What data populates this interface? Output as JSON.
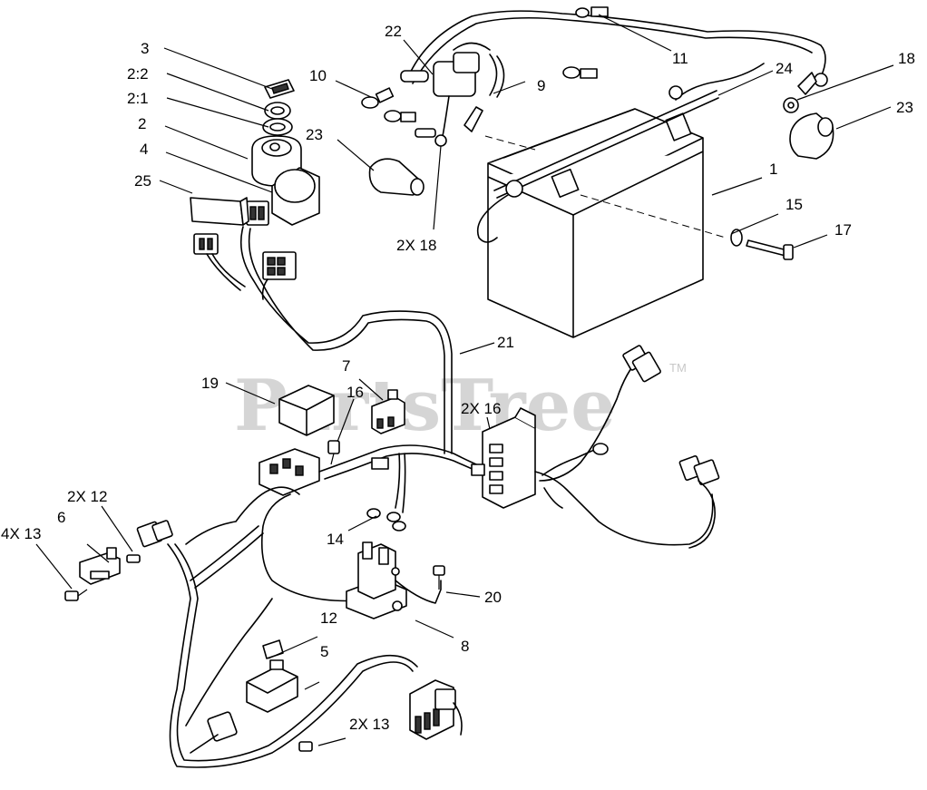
{
  "watermark": {
    "text": "PartsTree",
    "trademark": "TM"
  },
  "callouts": {
    "c1": "1",
    "c2": "2",
    "c2_1": "2:1",
    "c2_2": "2:2",
    "c3": "3",
    "c4": "4",
    "c5": "5",
    "c6": "6",
    "c7": "7",
    "c8": "8",
    "c9": "9",
    "c10": "10",
    "c11": "11",
    "c12a": "2X 12",
    "c12b": "12",
    "c13a": "4X 13",
    "c13b": "2X 13",
    "c14": "14",
    "c15": "15",
    "c16a": "16",
    "c16b": "2X 16",
    "c17": "17",
    "c18a": "2X 18",
    "c18b": "18",
    "c19": "19",
    "c20": "20",
    "c21": "21",
    "c22": "22",
    "c23a": "23",
    "c23b": "23",
    "c24": "24",
    "c25": "25"
  }
}
